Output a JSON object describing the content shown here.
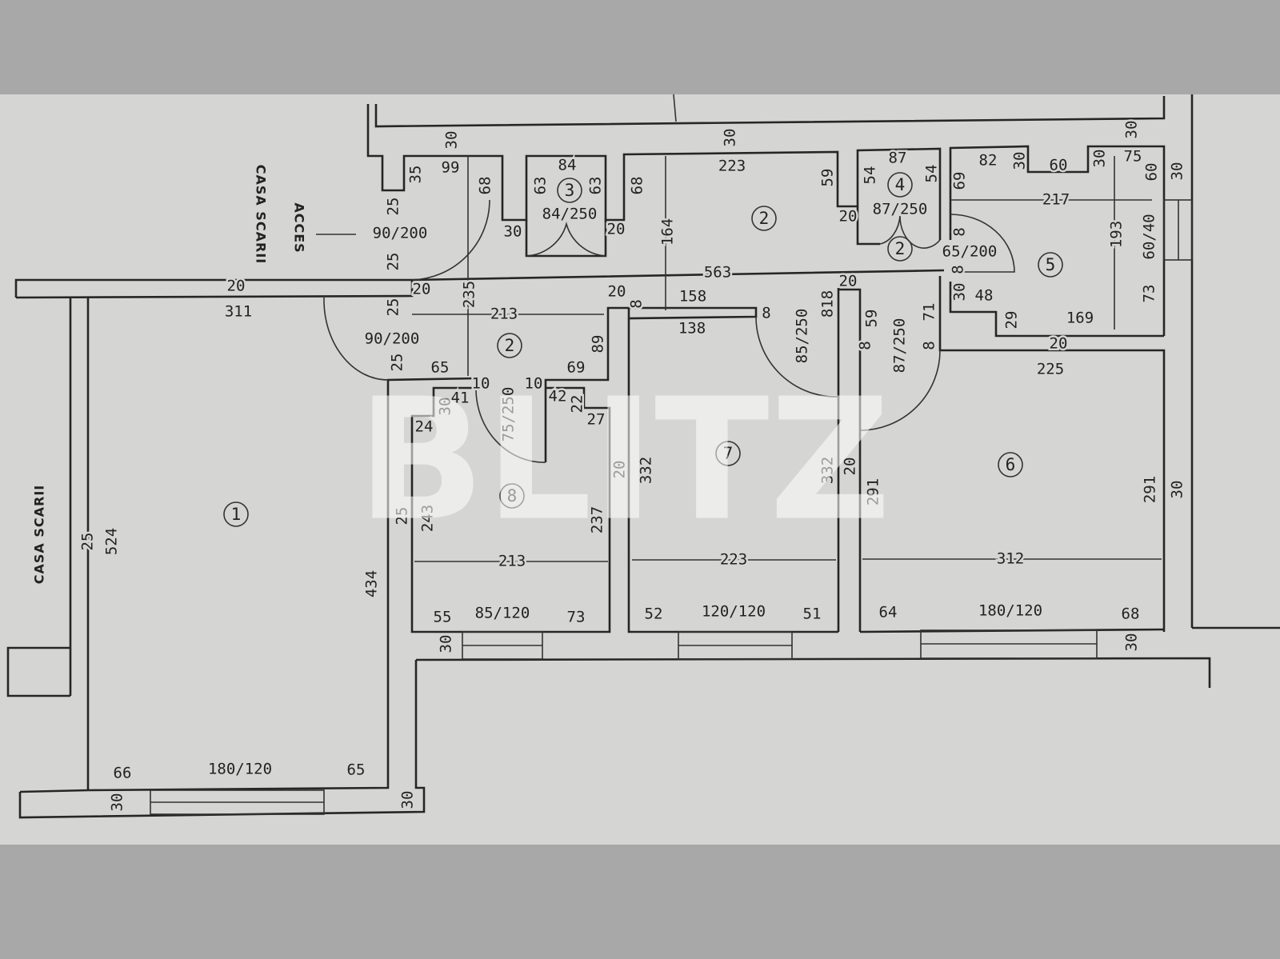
{
  "watermark": "BLITZ",
  "notes": [
    "CASA SCARII",
    "ACCES",
    "CASA SCARII"
  ],
  "rooms": [
    "1",
    "2",
    "3",
    "4",
    "2",
    "5",
    "2",
    "7",
    "6",
    "8"
  ],
  "dimensions": [
    "30",
    "30",
    "30",
    "35",
    "99",
    "68",
    "84",
    "63",
    "63",
    "84/250",
    "68",
    "223",
    "59",
    "87",
    "54",
    "54",
    "87/250",
    "20",
    "69",
    "82",
    "30",
    "60",
    "30",
    "75",
    "60",
    "30",
    "217",
    "193",
    "60/40",
    "73",
    "169",
    "25",
    "25",
    "90/200",
    "30",
    "20",
    "164",
    "563",
    "65/200",
    "8",
    "8",
    "20",
    "311",
    "20",
    "235",
    "25",
    "213",
    "20",
    "8",
    "158",
    "8",
    "138",
    "85/250",
    "818",
    "20",
    "59",
    "87/250",
    "71",
    "8",
    "8",
    "30",
    "48",
    "29",
    "20",
    "225",
    "90/200",
    "25",
    "65",
    "10",
    "75/250",
    "10",
    "69",
    "89",
    "41",
    "30",
    "42",
    "22",
    "27",
    "24",
    "20",
    "332",
    "332",
    "20",
    "291",
    "291",
    "30",
    "25",
    "243",
    "237",
    "213",
    "223",
    "312",
    "55",
    "85/120",
    "73",
    "52",
    "120/120",
    "51",
    "64",
    "180/120",
    "68",
    "30",
    "30",
    "25",
    "524",
    "434",
    "66",
    "180/120",
    "65",
    "30",
    "30"
  ],
  "colors": {
    "paper": "#d5d6d3",
    "background": "#a8a8a8",
    "ink": "#262626"
  }
}
